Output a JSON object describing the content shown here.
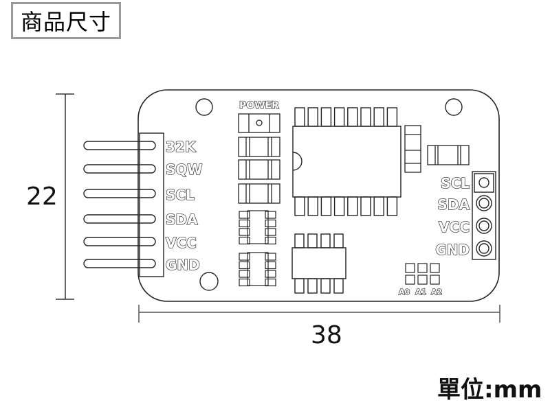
{
  "title": "商品尺寸",
  "dimensions": {
    "height_value": "22",
    "width_value": "38",
    "unit_label": "單位:mm"
  },
  "board": {
    "power_label": "POWER",
    "left_header_pins": [
      "32K",
      "SQW",
      "SCL",
      "SDA",
      "VCC",
      "GND"
    ],
    "right_header_pins": [
      "SCL",
      "SDA",
      "VCC",
      "GND"
    ],
    "address_labels": [
      "A0",
      "A1",
      "A2"
    ]
  },
  "colors": {
    "line": "#222222",
    "title_border": "#999999",
    "background": "#ffffff"
  }
}
